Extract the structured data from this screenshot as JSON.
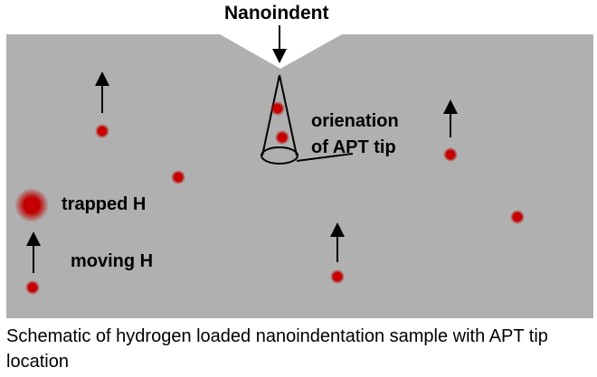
{
  "diagram": {
    "indent_label": "Nanoindent",
    "orientation_label_line1": "orienation",
    "orientation_label_line2": "of APT tip",
    "trapped_label": "trapped H",
    "moving_label": "moving H",
    "caption": "Schematic of hydrogen loaded nanoindentation sample with APT tip location"
  },
  "colors": {
    "sample": "#b0b0b0",
    "hydrogen": "#cc0000",
    "text": "#000000"
  }
}
